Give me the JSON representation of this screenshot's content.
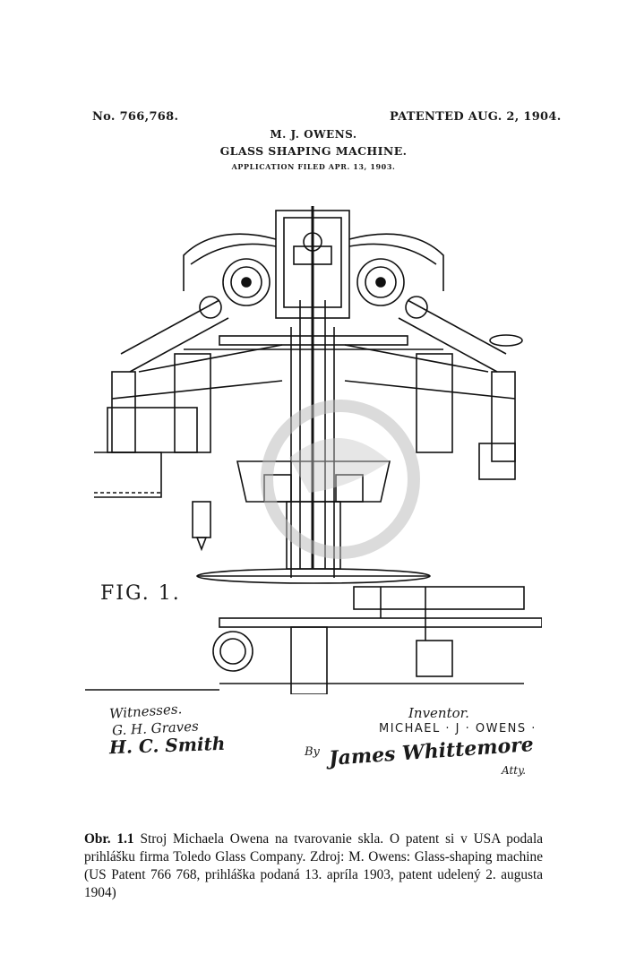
{
  "patent": {
    "number": "No. 766,768.",
    "patented": "PATENTED AUG. 2, 1904.",
    "inventor_header": "M. J. OWENS.",
    "title": "GLASS SHAPING MACHINE.",
    "filed": "APPLICATION FILED APR. 13, 1903.",
    "figure_label": "FIG. 1.",
    "witnesses_label": "Witnesses.",
    "witness_1": "G. H. Graves",
    "witness_2": "H. C. Smith",
    "inventor_label": "Inventor.",
    "inventor_name": "MICHAEL · J · OWENS ·",
    "by_label": "By",
    "attorney": "James Whittemore",
    "attorney_suffix": "Atty."
  },
  "caption": {
    "label": "Obr. 1.1",
    "text": "Stroj Michaela Owena na tvarovanie skla. O patent si v USA podala prihlášku firma Toledo Glass Company. Zdroj: M. Owens: Glass-shaping machine  (US Patent 766 768, prihláška podaná 13. apríla 1903, patent udelený 2. augusta 1904)"
  }
}
